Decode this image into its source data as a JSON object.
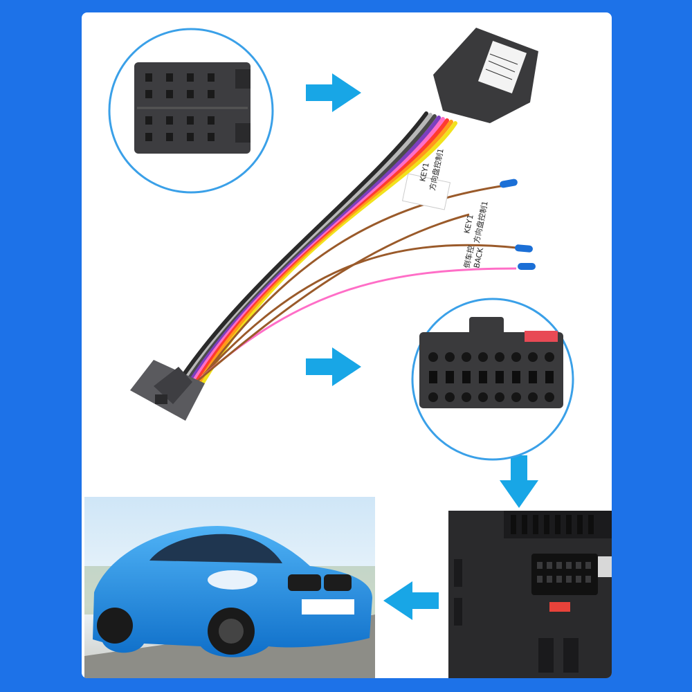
{
  "colors": {
    "frame": "#1d72e8",
    "panel": "#ffffff",
    "arrow": "#18a6e6",
    "circle_stroke": "#3aa0e8",
    "connector": "#3d3d40",
    "car_body": "#1f8fe6"
  },
  "wires": {
    "colors": [
      "#f2e21d",
      "#ff9a1a",
      "#ff3b2f",
      "#ff6ec7",
      "#7c3fbf",
      "#4a4a4a",
      "#b8b8b8",
      "#2a2a2a",
      "#9a5a2a",
      "#ff8fc8"
    ]
  },
  "labels": {
    "tag1_line1": "KEY1",
    "tag1_line2": "方向盘控制1",
    "tag2_line1": "KEY1",
    "tag2_line2": "方向盘控制1",
    "tag3_line1": "倒车控",
    "tag3_line2": "BACK"
  },
  "icons": [
    "arrow-right-icon",
    "arrow-right-icon",
    "arrow-down-icon",
    "arrow-left-icon"
  ]
}
